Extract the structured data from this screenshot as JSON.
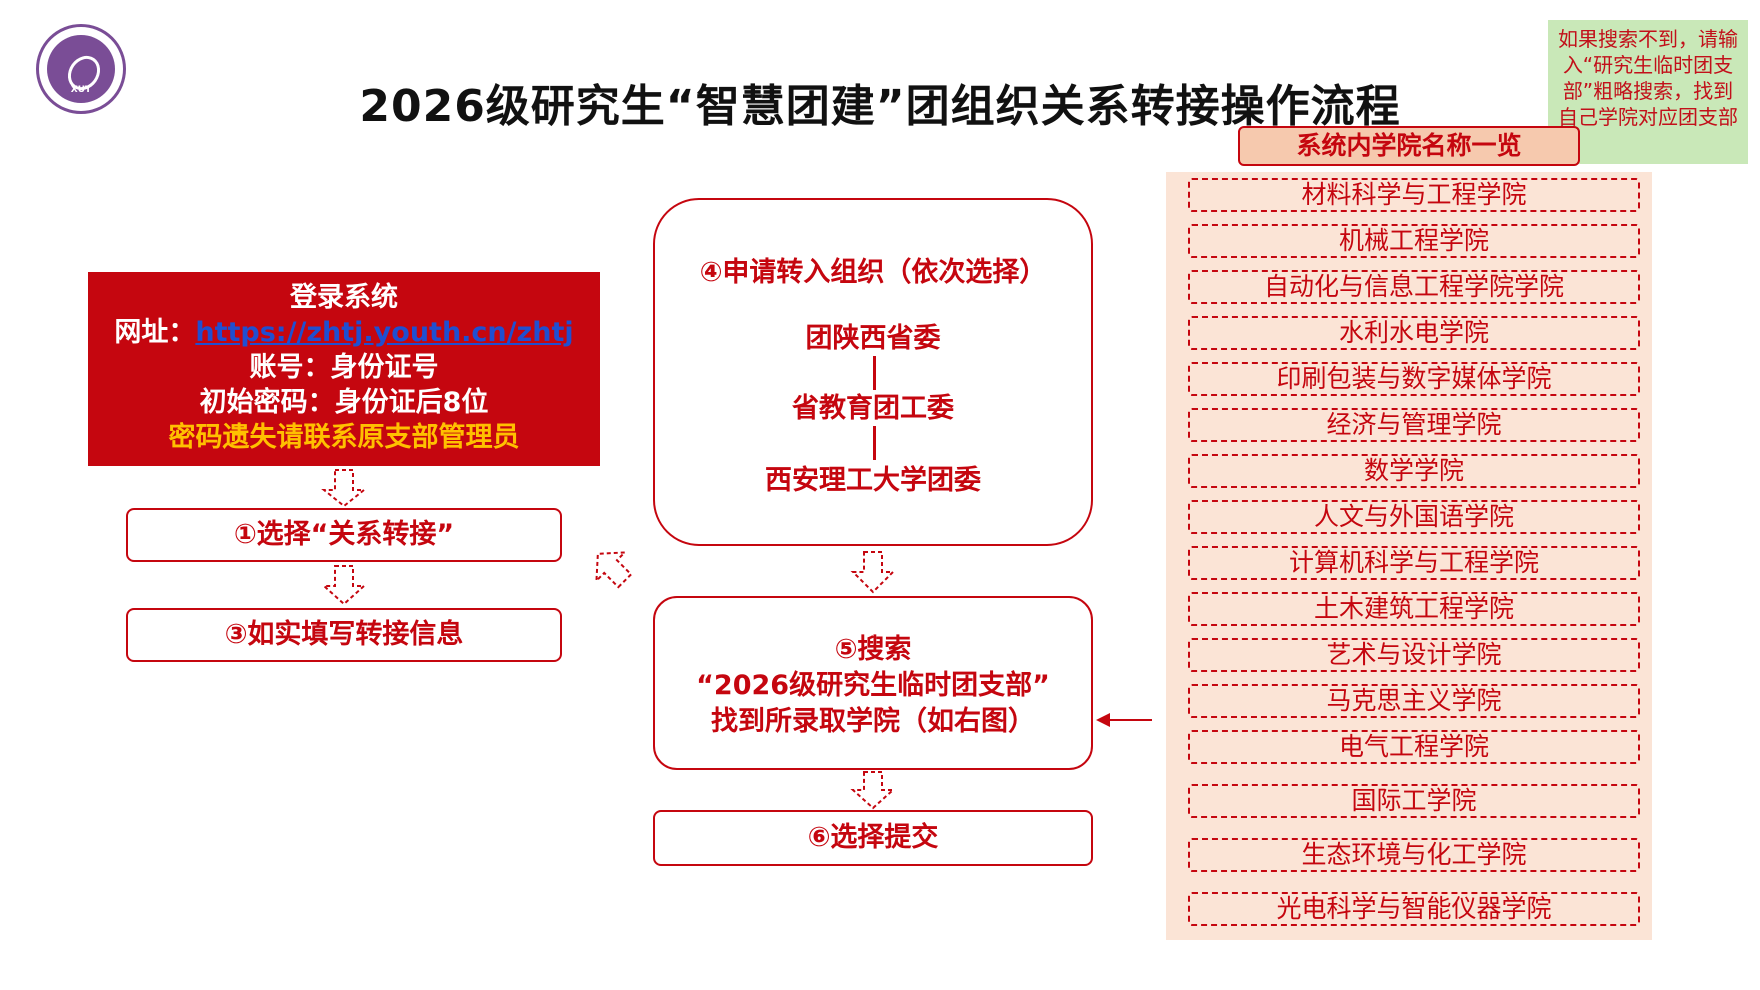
{
  "logo": {
    "label": "XUT"
  },
  "title": "2026级研究生“智慧团建”团组织关系转接操作流程",
  "note": "如果搜索不到，请输入“研究生临时团支部”粗略搜索，找到自己学院对应团支部",
  "login": {
    "line1": "登录系统",
    "url_label": "网址：",
    "url": "https://zhtj.youth.cn/zhtj",
    "account": "账号：身份证号",
    "password": "初始密码：身份证后8位",
    "warning": "密码遗失请联系原支部管理员"
  },
  "steps": {
    "s1": "①选择“关系转接”",
    "s3": "③如实填写转接信息",
    "s4_title": "④申请转入组织（依次选择）",
    "s4_orgs": [
      "团陕西省委",
      "省教育团工委",
      "西安理工大学团委"
    ],
    "s5_line1": "⑤搜索",
    "s5_line2": "“2026级研究生临时团支部”",
    "s5_line3": "找到所录取学院（如右图）",
    "s6": "⑥选择提交"
  },
  "catalog": {
    "header": "系统内学院名称一览",
    "schools": [
      "材料科学与工程学院",
      "机械工程学院",
      "自动化与信息工程学院学院",
      "水利水电学院",
      "印刷包装与数字媒体学院",
      "经济与管理学院",
      "数学学院",
      "人文与外国语学院",
      "计算机科学与工程学院",
      "土木建筑工程学院",
      "艺术与设计学院",
      "马克思主义学院",
      "电气工程学院",
      "国际工学院",
      "生态环境与化工学院",
      "光电科学与智能仪器学院"
    ]
  },
  "colors": {
    "accent": "#c5060f",
    "link": "#1f4fd1",
    "warning": "#ffc000",
    "note_bg": "#c9e8b8",
    "panel_bg": "#fbe4d6"
  }
}
